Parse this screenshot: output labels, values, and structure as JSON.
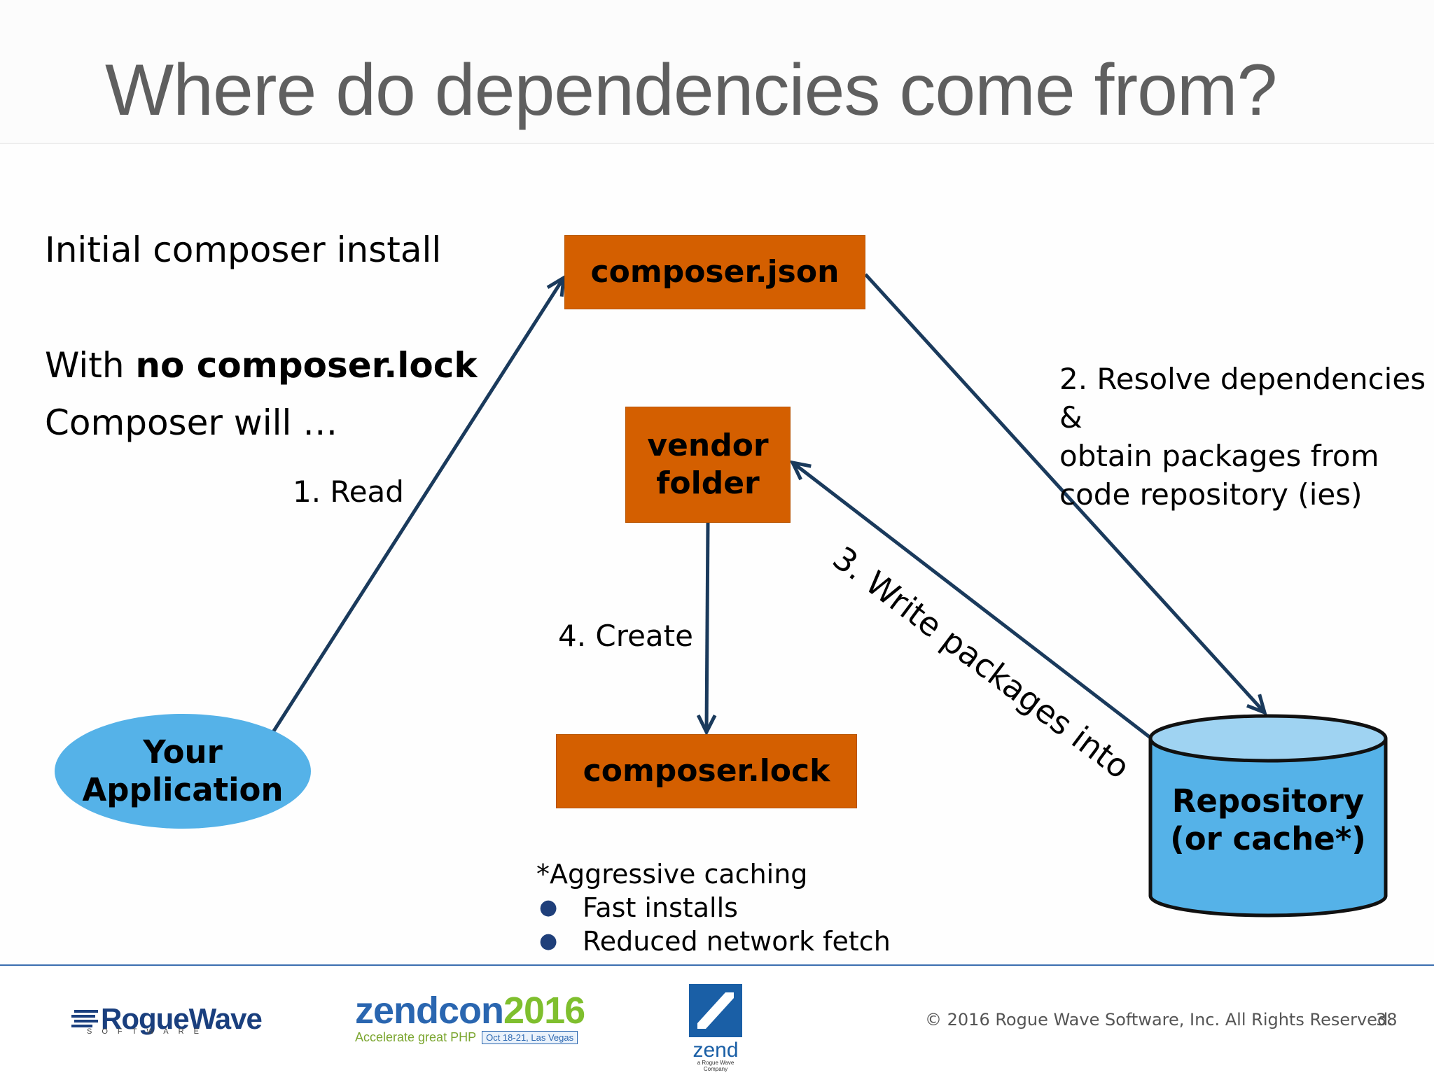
{
  "slide": {
    "title": "Where do dependencies come from?"
  },
  "left_text": {
    "line1": "Initial composer install",
    "line2_prefix": "With ",
    "line2_bold": "no composer.lock",
    "line3": "Composer will …"
  },
  "nodes": {
    "composer_json": "composer.json",
    "vendor_folder": "vendor\nfolder",
    "composer_lock": "composer.lock",
    "your_application": "Your\nApplication",
    "repository": "Repository\n(or cache*)"
  },
  "edges": {
    "read": "1. Read",
    "resolve": "2.  Resolve dependencies &\nobtain packages from\ncode repository (ies)",
    "write": "3. Write packages into",
    "create": "4. Create"
  },
  "notes": {
    "heading": "*Aggressive caching",
    "bullets": [
      "Fast installs",
      "Reduced network fetch"
    ]
  },
  "footer": {
    "roguewave": "RogueWave",
    "roguewave_sub": "SOFTWARE",
    "zendcon_a": "zendcon",
    "zendcon_b": "2016",
    "zendcon_tagline": "Accelerate great PHP",
    "zendcon_dates": "Oct 18-21, Las Vegas",
    "zend": "zend",
    "zend_sub": "a Rogue Wave Company",
    "copyright": "© 2016 Rogue Wave Software, Inc. All Rights Reserved.",
    "page_number": "38"
  },
  "colors": {
    "box_orange": "#d45f00",
    "app_blue": "#55b2e8",
    "arrow_navy": "#1a3a5c",
    "title_gray": "#5f5f5f"
  }
}
